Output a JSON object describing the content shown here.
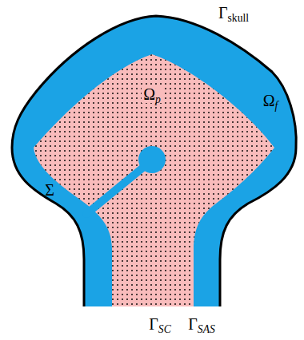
{
  "diagram": {
    "labels": [
      "Γskull",
      "Ωp",
      "Ωf",
      "Σ",
      "ΓSC",
      "ΓSAS"
    ]
  }
}
